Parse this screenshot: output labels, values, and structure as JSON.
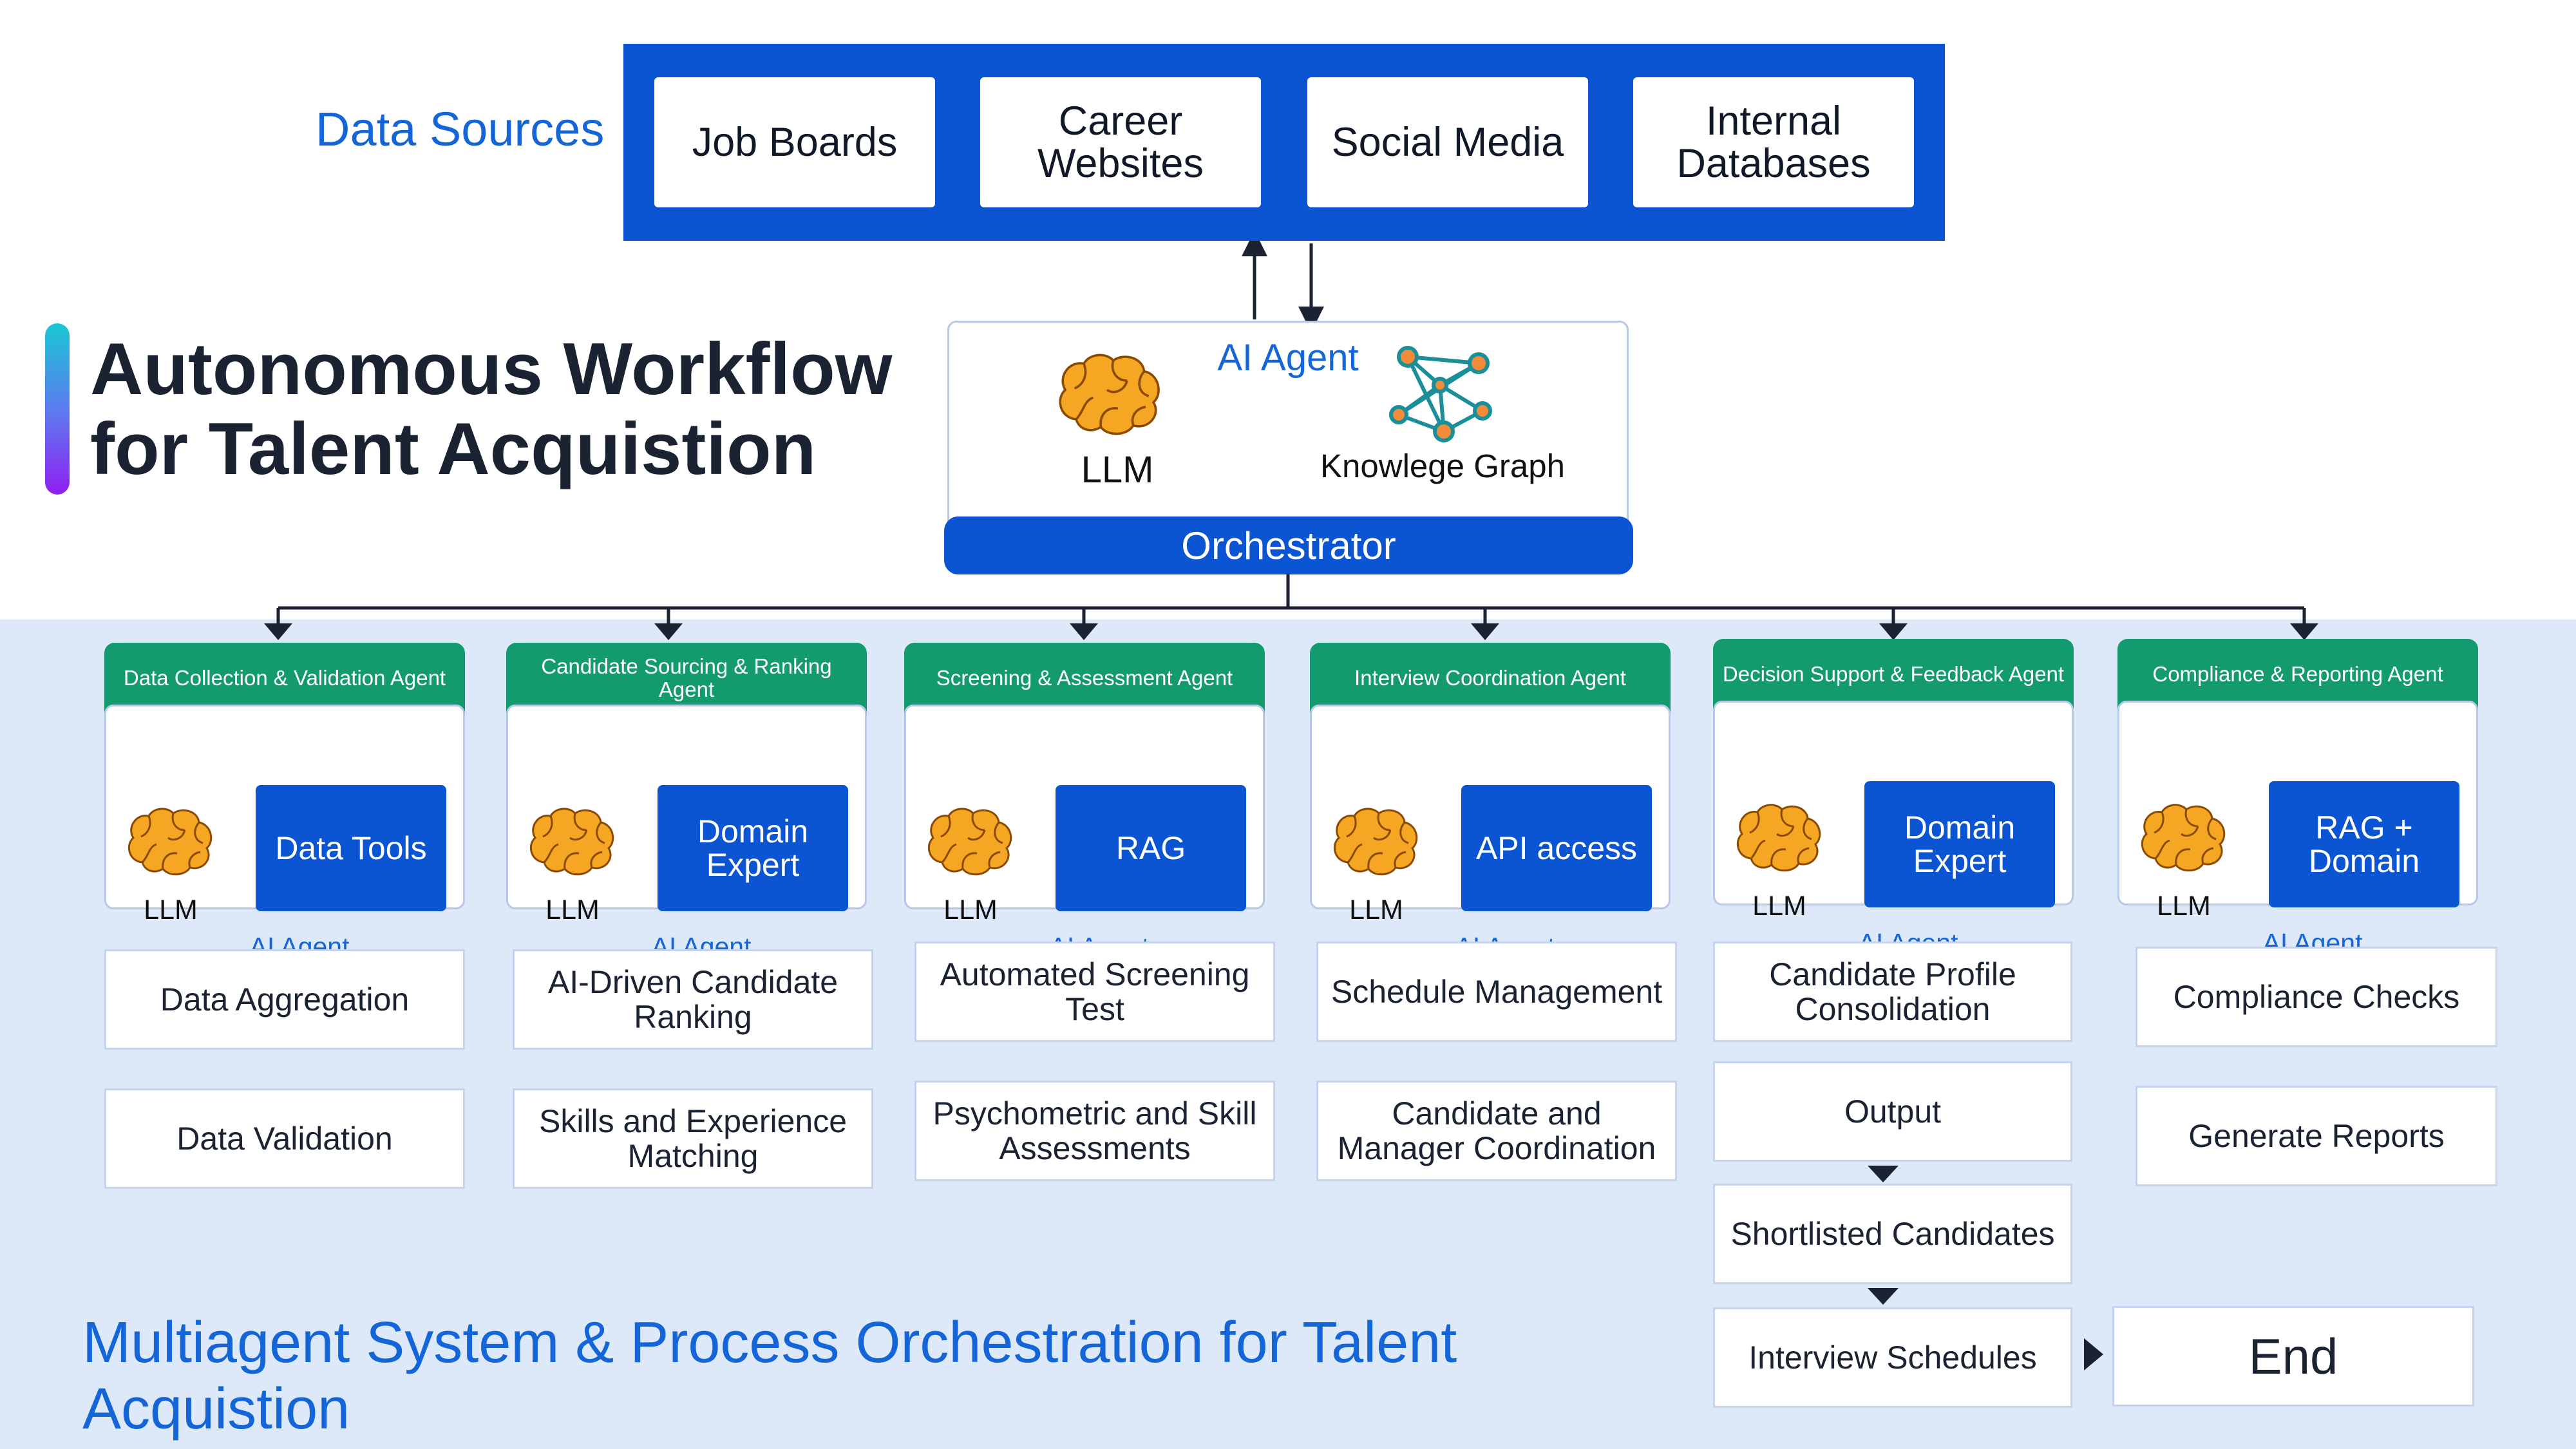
{
  "data_sources": {
    "label": "Data Sources",
    "items": [
      "Job Boards",
      "Career Websites",
      "Social Media",
      "Internal Databases"
    ]
  },
  "title": {
    "line1": "Autonomous Workflow",
    "line2": "for Talent Acquistion"
  },
  "orchestrator": {
    "agent_label": "AI Agent",
    "llm_label": "LLM",
    "knowledge_graph_label": "Knowlege Graph",
    "bar_label": "Orchestrator"
  },
  "agents": [
    {
      "header": "Data Collection & Validation Agent",
      "llm": "LLM",
      "tool": "Data Tools",
      "footer": "AI Agent"
    },
    {
      "header": "Candidate Sourcing & Ranking Agent",
      "llm": "LLM",
      "tool": "Domain Expert",
      "footer": "AI Agent"
    },
    {
      "header": "Screening & Assessment Agent",
      "llm": "LLM",
      "tool": "RAG",
      "footer": "AI Agent"
    },
    {
      "header": "Interview Coordination Agent",
      "llm": "LLM",
      "tool": "API access",
      "footer": "AI Agent"
    },
    {
      "header": "Decision Support & Feedback Agent",
      "llm": "LLM",
      "tool": "Domain Expert",
      "footer": "AI Agent"
    },
    {
      "header": "Compliance & Reporting Agent",
      "llm": "LLM",
      "tool": "RAG + Domain",
      "footer": "AI Agent"
    }
  ],
  "tasks": {
    "col1": [
      "Data Aggregation",
      "Data Validation"
    ],
    "col2": [
      "AI-Driven Candidate Ranking",
      "Skills and Experience Matching"
    ],
    "col3": [
      "Automated Screening Test",
      "Psychometric and Skill Assessments"
    ],
    "col4": [
      "Schedule Management",
      "Candidate and Manager Coordination"
    ],
    "col5": [
      "Candidate Profile Consolidation",
      "Output",
      "Shortlisted Candidates",
      "Interview Schedules"
    ],
    "col6": [
      "Compliance Checks",
      "Generate Reports"
    ]
  },
  "end_label": "End",
  "bottom_title": "Multiagent System & Process Orchestration for Talent Acquistion",
  "colors": {
    "primary_blue": "#0b54d2",
    "agent_header_green": "#139a6e",
    "accent_text_blue": "#1466d8",
    "background_light": "#dde8f8"
  }
}
